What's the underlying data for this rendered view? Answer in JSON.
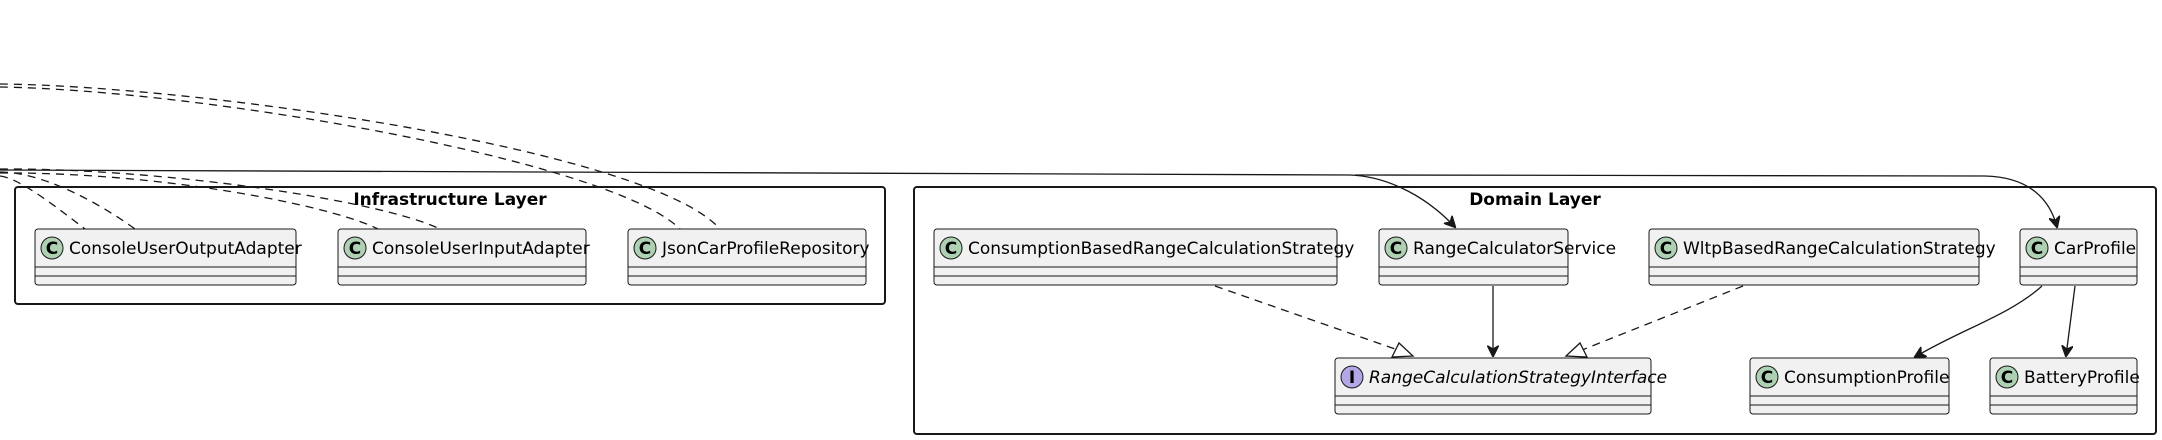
{
  "packages": {
    "infrastructure": {
      "title": "Infrastructure Layer"
    },
    "domain": {
      "title": "Domain Layer"
    }
  },
  "classes": {
    "console_user_output_adapter": {
      "stereotype": "C",
      "name": "ConsoleUserOutputAdapter"
    },
    "console_user_input_adapter": {
      "stereotype": "C",
      "name": "ConsoleUserInputAdapter"
    },
    "json_car_profile_repository": {
      "stereotype": "C",
      "name": "JsonCarProfileRepository"
    },
    "consumption_based_strategy": {
      "stereotype": "C",
      "name": "ConsumptionBasedRangeCalculationStrategy"
    },
    "range_calculator_service": {
      "stereotype": "C",
      "name": "RangeCalculatorService"
    },
    "wltp_based_strategy": {
      "stereotype": "C",
      "name": "WltpBasedRangeCalculationStrategy"
    },
    "car_profile": {
      "stereotype": "C",
      "name": "CarProfile"
    },
    "range_calculation_strategy_interface": {
      "stereotype": "I",
      "name": "RangeCalculationStrategyInterface"
    },
    "consumption_profile": {
      "stereotype": "C",
      "name": "ConsumptionProfile"
    },
    "battery_profile": {
      "stereotype": "C",
      "name": "BatteryProfile"
    }
  },
  "colors": {
    "class_fill": "#f1f1f1",
    "class_circle": "#add1b2",
    "interface_circle": "#b4a7e5",
    "line": "#181818"
  }
}
